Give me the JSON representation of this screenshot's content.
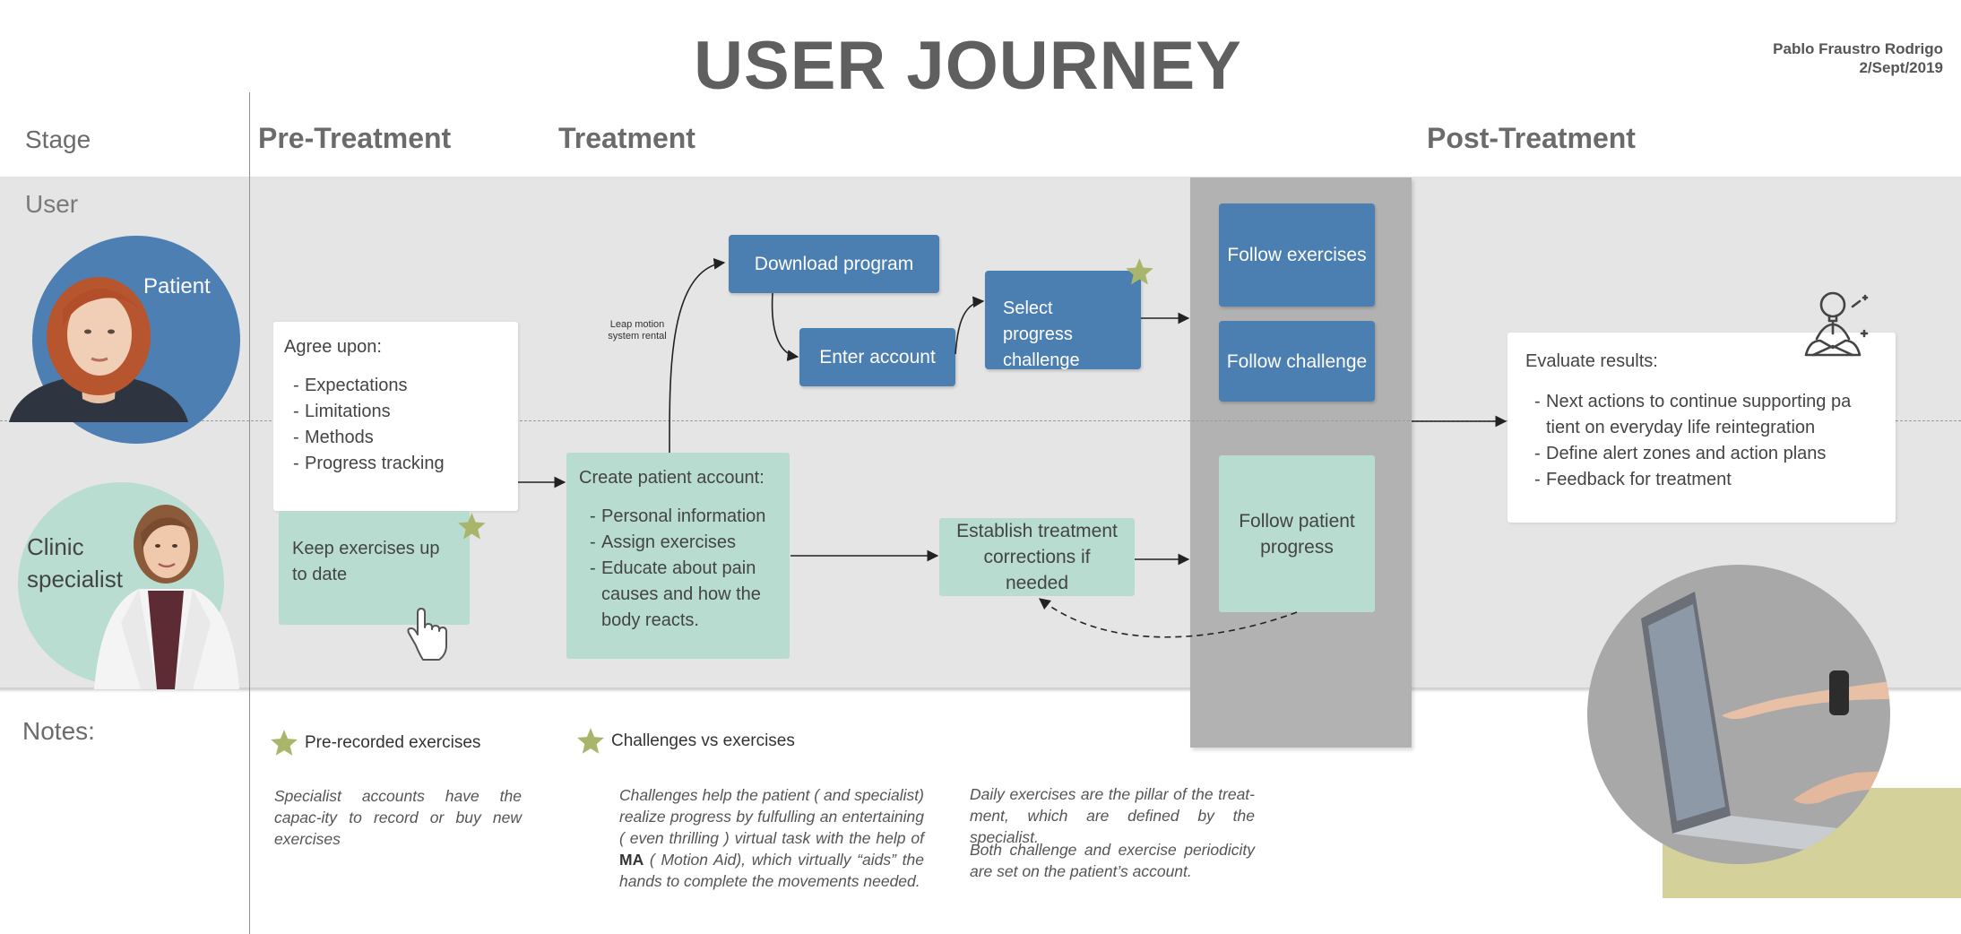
{
  "title": "USER JOURNEY",
  "author": {
    "name": "Pablo Fraustro Rodrigo",
    "date": "2/Sept/2019"
  },
  "rows": {
    "stage": "Stage",
    "user": "User",
    "notes": "Notes:"
  },
  "phases": {
    "pre": "Pre-Treatment",
    "treatment": "Treatment",
    "post": "Post-Treatment"
  },
  "personas": {
    "patient": "Patient",
    "clinic_line1": "Clinic",
    "clinic_line2": "specialist"
  },
  "boxes": {
    "agree": {
      "title": "Agree upon:",
      "items": [
        "Expectations",
        "Limitations",
        "Methods",
        "Progress tracking"
      ]
    },
    "keep": "Keep exercises up to date",
    "leap": "Leap motion system rental",
    "download": "Download program",
    "enter": "Enter account",
    "select": "Select progress challenge",
    "create": {
      "title": "Create patient account:",
      "items": [
        "Personal information",
        "Assign exercises",
        "Educate about pain causes and how the body reacts."
      ]
    },
    "establish": "Establish treatment corrections if needed",
    "follow_ex": "Follow exercises",
    "follow_ch": "Follow challenge",
    "follow_pp": "Follow patient progress",
    "evaluate": {
      "title": "Evaluate results:",
      "items": [
        "Next actions to continue supporting pa tient on everyday life reintegration",
        "Define alert zones and action plans",
        "Feedback for treatment"
      ]
    }
  },
  "notes": {
    "prerecorded_head": "Pre-recorded exercises",
    "prerecorded_text": "Specialist accounts have the capac-ity to record or buy new exercises",
    "challenges_head": "Challenges vs exercises",
    "challenges_text_a": "Challenges help the patient ( and specialist) realize progress by fulfulling an entertaining ( even thrilling ) virtual task with the help of ",
    "challenges_bold": "MA",
    "challenges_text_b": " ( Motion Aid), which virtually “aids” the hands to complete the movements needed.",
    "daily_text": "Daily exercises are the pillar of the treat-ment, which are defined by the specialist.",
    "periodicity_text": "Both challenge and exercise periodicity are set on the patient’s account."
  },
  "colors": {
    "blue": "#4b7eb1",
    "teal": "#b8dccf",
    "star": "#a9b56a",
    "grey_lane": "#e5e5e5",
    "grey_column": "#b2b2b2",
    "yellow": "#d4d19a"
  },
  "icons": [
    "star-icon",
    "hand-pointer-icon",
    "meditation-icon"
  ]
}
